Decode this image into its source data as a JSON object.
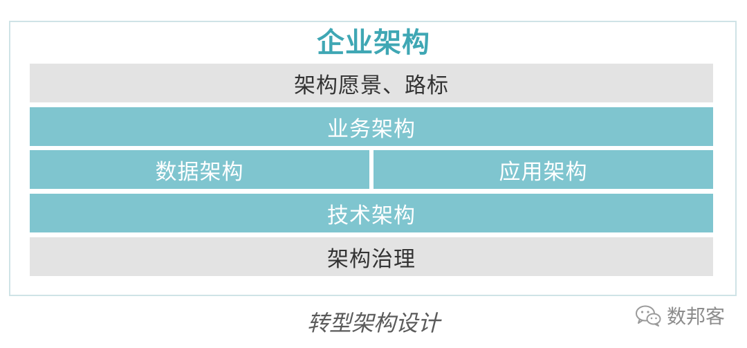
{
  "diagram": {
    "title": "企业架构",
    "layers": {
      "vision": "架构愿景、路标",
      "business": "业务架构",
      "data": "数据架构",
      "application": "应用架构",
      "technology": "技术架构",
      "governance": "架构治理"
    },
    "caption": "转型架构设计"
  },
  "watermark": {
    "icon": "wechat-icon",
    "text": "数邦客"
  },
  "colors": {
    "teal": "#7fc5cf",
    "title": "#3fa7b4",
    "gray": "#e3e3e3",
    "frame": "#cfe3e6"
  }
}
